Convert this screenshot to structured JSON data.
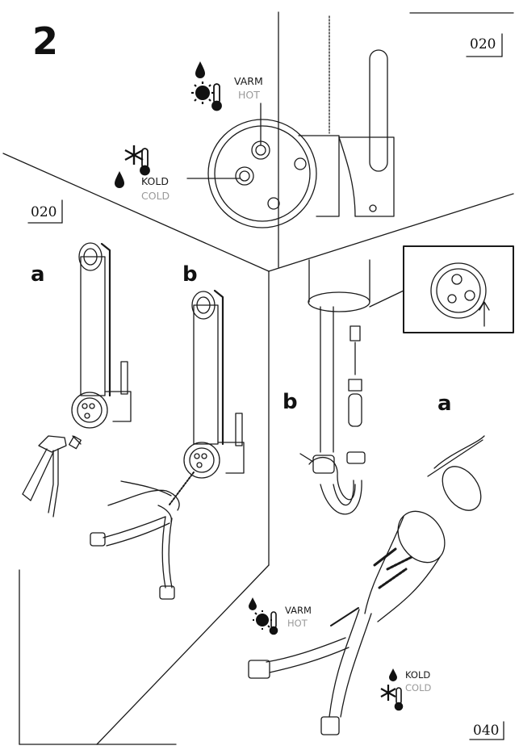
{
  "step_number": "2",
  "page_codes": {
    "top_right": "020",
    "left": "020",
    "bottom_right": "040"
  },
  "top_panel": {
    "hot_label_primary": "VARM",
    "hot_label_secondary": "HOT",
    "cold_label_primary": "KOLD",
    "cold_label_secondary": "COLD"
  },
  "left_panel": {
    "variant_a": "a",
    "variant_b": "b"
  },
  "right_panel": {
    "variant_b": "b",
    "variant_a": "a",
    "hot_label_primary": "VARM",
    "hot_label_secondary": "HOT",
    "cold_label_primary": "KOLD",
    "cold_label_secondary": "COLD"
  },
  "icons": [
    "water-drop-icon",
    "sun-icon",
    "thermometer-icon",
    "snowflake-icon",
    "pliers-icon",
    "hand-icon",
    "arrow-up-icon"
  ],
  "colors": {
    "line": "#1a1a1a",
    "secondary_text": "#9a9a9a",
    "background": "#ffffff"
  }
}
